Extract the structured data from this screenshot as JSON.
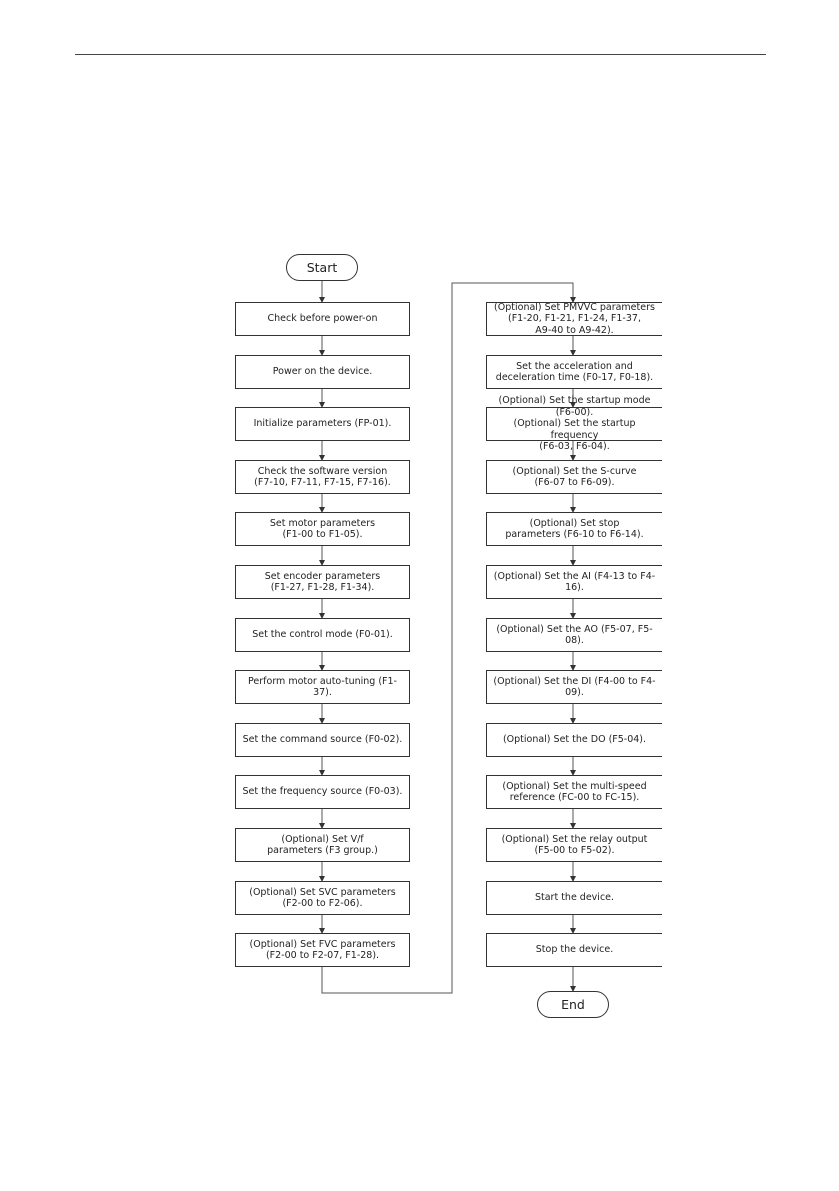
{
  "start": "Start",
  "end": "End",
  "left_steps": [
    "Check before power-on",
    "Power on the device.",
    "Initialize parameters (FP-01).",
    "Check the software version\n(F7-10, F7-11, F7-15, F7-16).",
    "Set motor parameters\n(F1-00 to F1-05).",
    "Set encoder parameters\n(F1-27, F1-28, F1-34).",
    "Set the control mode (F0-01).",
    "Perform motor auto-tuning (F1-37).",
    "Set the command source (F0-02).",
    "Set the frequency source (F0-03).",
    "(Optional) Set V/f\nparameters (F3 group.)",
    "(Optional) Set SVC parameters\n(F2-00 to F2-06).",
    "(Optional) Set FVC parameters\n(F2-00 to F2-07, F1-28)."
  ],
  "right_steps": [
    "(Optional) Set PMVVC parameters\n(F1-20, F1-21, F1-24, F1-37,\nA9-40 to A9-42).",
    "Set the acceleration and\ndeceleration time (F0-17, F0-18).",
    "(Optional) Set the startup mode (F6-00).\n(Optional) Set the startup frequency\n(F6-03, F6-04).",
    "(Optional) Set the S-curve\n(F6-07 to F6-09).",
    "(Optional) Set stop\nparameters (F6-10 to F6-14).",
    "(Optional) Set the AI (F4-13 to F4-16).",
    "(Optional) Set the AO (F5-07, F5-08).",
    "(Optional) Set the DI (F4-00 to F4-09).",
    "(Optional) Set the DO (F5-04).",
    "(Optional) Set the multi-speed\nreference (FC-00 to FC-15).",
    "(Optional) Set the relay output\n(F5-00 to F5-02).",
    "Start the device.",
    "Stop the device."
  ]
}
